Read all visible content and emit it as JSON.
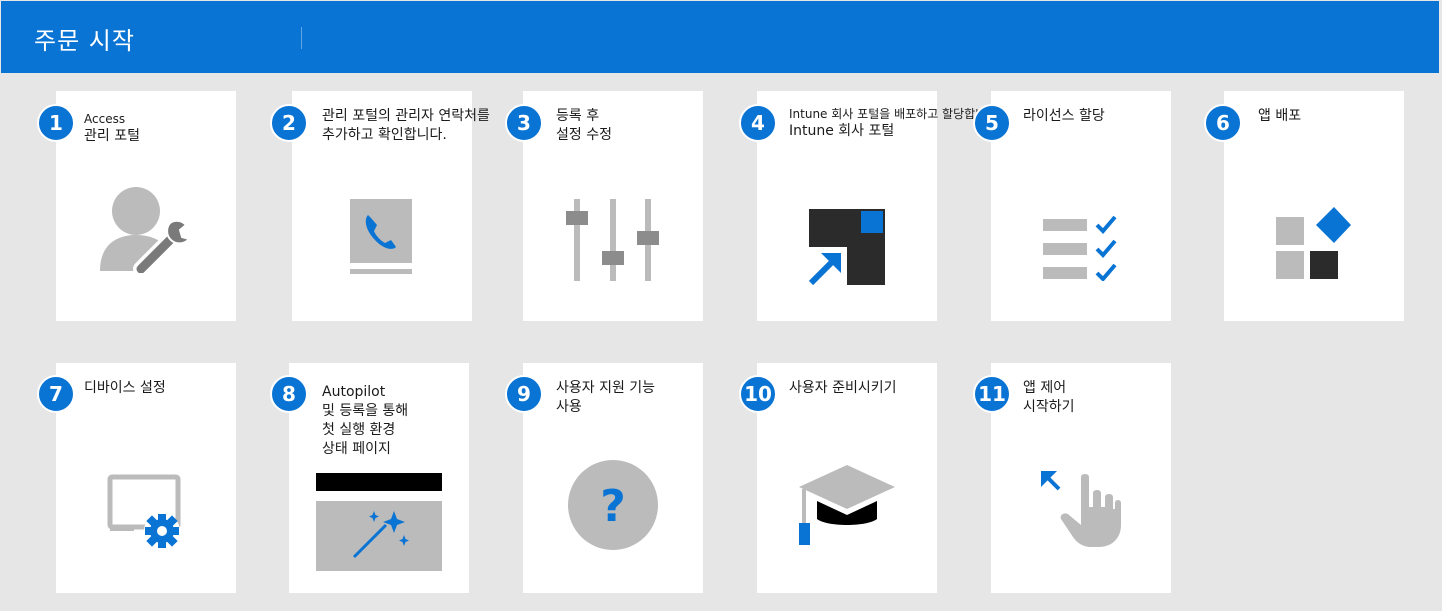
{
  "header": {
    "title": "주문 시작"
  },
  "steps": [
    {
      "number": "1",
      "line1": "Access",
      "line2": "관리 포털",
      "icon": "admin-wrench-icon"
    },
    {
      "number": "2",
      "line1": "관리 포털의 관리자 연락처를",
      "line2": "추가하고 확인합니다.",
      "icon": "contact-book-icon"
    },
    {
      "number": "3",
      "line1": "등록 후",
      "line2": "설정 수정",
      "icon": "settings-sliders-icon"
    },
    {
      "number": "4",
      "line1": "Intune 회사 포털을 배포하고 할당합니다.",
      "line2": "Intune 회사 포털",
      "icon": "deploy-portal-icon"
    },
    {
      "number": "5",
      "line1": "라이선스 할당",
      "line2": "",
      "icon": "checklist-icon"
    },
    {
      "number": "6",
      "line1": "앱 배포",
      "line2": "",
      "icon": "apps-grid-icon"
    },
    {
      "number": "7",
      "line1": "디바이스 설정",
      "line2": "",
      "icon": "device-settings-icon"
    },
    {
      "number": "8",
      "line1": "Autopilot",
      "line2": "및 등록을 통해",
      "line3": "첫 실행 환경",
      "line4": "상태 페이지",
      "icon": "magic-wand-window-icon"
    },
    {
      "number": "9",
      "line1": "사용자 지원 기능",
      "line2": "사용",
      "icon": "help-question-icon"
    },
    {
      "number": "10",
      "line1": "사용자 준비시키기",
      "line2": "",
      "icon": "graduation-cap-icon"
    },
    {
      "number": "11",
      "line1": "앱 제어",
      "line2": "시작하기",
      "icon": "touch-hand-icon"
    }
  ],
  "colors": {
    "accent": "#0a74d4",
    "gray": "#bbbbbb",
    "dark": "#2b2b2b"
  }
}
